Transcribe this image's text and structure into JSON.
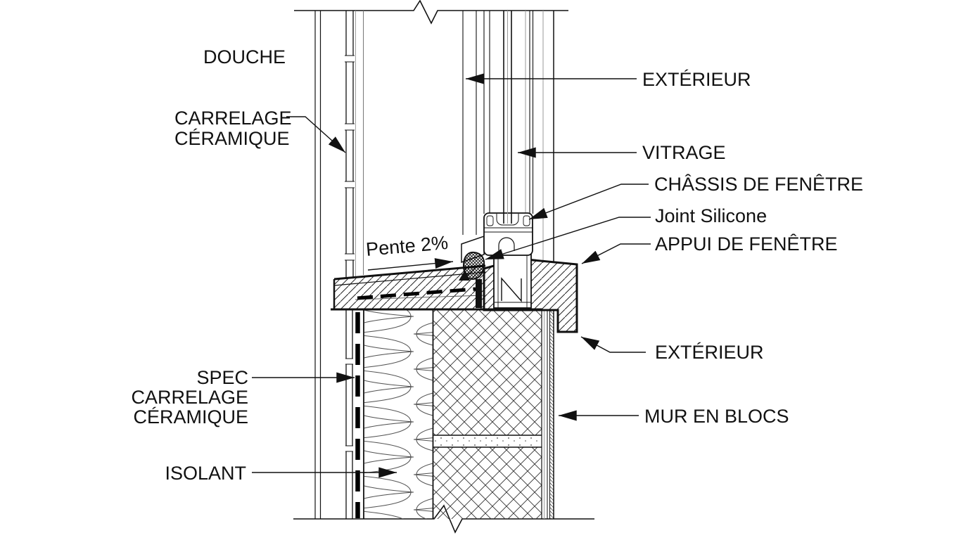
{
  "diagram": {
    "kind": "architectural-section-detail",
    "colors": {
      "ink": "#111111",
      "background": "#ffffff",
      "gray_line": "#999999"
    },
    "labels": {
      "douche": "DOUCHE",
      "carrelage_l1": "CARRELAGE",
      "carrelage_l2": "CÉRAMIQUE",
      "exterieur_haut": "EXTÉRIEUR",
      "vitrage": "VITRAGE",
      "chassis": "CHÂSSIS DE FENÊTRE",
      "joint_silicone": "Joint Silicone",
      "appui": "APPUI DE FENÊTRE",
      "pente": "Pente 2%",
      "exterieur_bas": "EXTÉRIEUR",
      "spec_l1": "SPEC",
      "spec_l2": "CARRELAGE",
      "spec_l3": "CÉRAMIQUE",
      "isolant": "ISOLANT",
      "mur_en_blocs": "MUR EN BLOCS"
    }
  }
}
